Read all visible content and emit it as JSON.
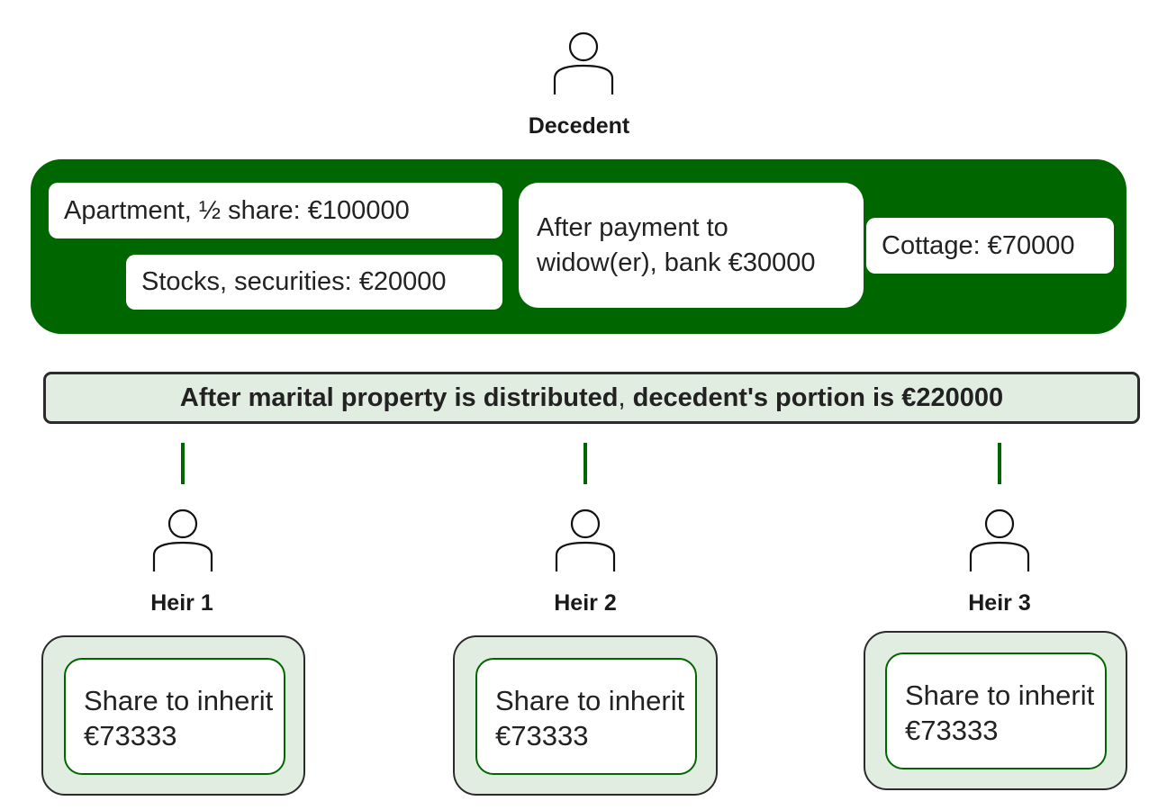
{
  "decedent": {
    "label": "Decedent"
  },
  "estate": {
    "assets": {
      "apartment": "Apartment, ½ share: €100000",
      "stocks": "Stocks, securities: €20000",
      "bank": "After payment to widow(er), bank €30000",
      "cottage": "Cottage: €70000"
    }
  },
  "portion": {
    "prefix": "After marital property is distributed",
    "separator": ",",
    "suffix": " decedent's portion is €220000"
  },
  "heirs": [
    {
      "label": "Heir 1",
      "share": "Share to inherit €73333"
    },
    {
      "label": "Heir 2",
      "share": "Share to inherit €73333"
    },
    {
      "label": "Heir 3",
      "share": "Share to inherit €73333"
    }
  ],
  "colors": {
    "estate_green": "#006600",
    "light_green": "#e1ede1",
    "connector": "#006600"
  }
}
